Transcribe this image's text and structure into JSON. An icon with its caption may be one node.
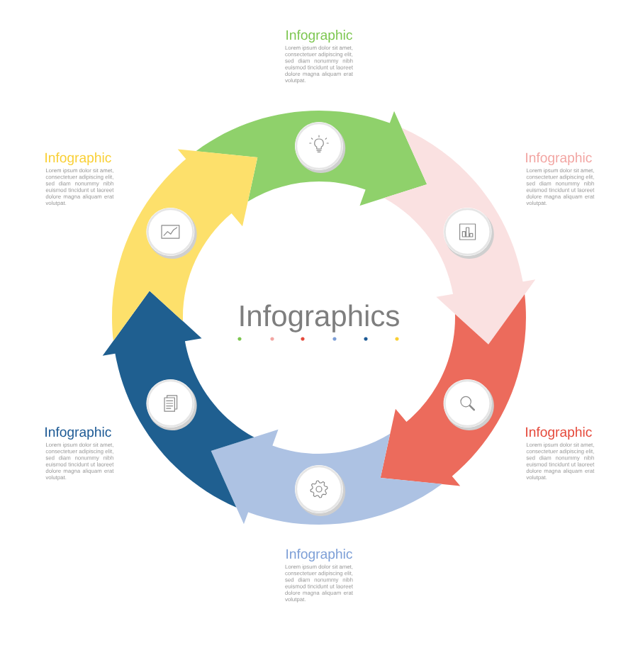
{
  "diagram": {
    "title": "Infographics",
    "nodes": [
      {
        "text": [],
        "shape": "arrow",
        "beside": [
          "Infographic",
          "Lorem ipsum dolor sit amet, consectetuer adipiscing elit, sed diam nonummy nibh euismod tincidunt ut laoreet dolore magna aliquam erat volutpat."
        ]
      },
      {
        "text": [],
        "shape": "arrow",
        "beside": [
          "Infographic",
          "Lorem ipsum dolor sit amet, consectetuer adipiscing elit, sed diam nonummy nibh euismod tincidunt ut laoreet dolore magna aliquam erat volutpat."
        ]
      },
      {
        "text": [],
        "shape": "arrow",
        "beside": [
          "Infographic",
          "Lorem ipsum dolor sit amet, consectetuer adipiscing elit, sed diam nonummy nibh euismod tincidunt ut laoreet dolore magna aliquam erat volutpat."
        ]
      },
      {
        "text": [],
        "shape": "arrow",
        "beside": [
          "Infographic",
          "Lorem ipsum dolor sit amet, consectetuer adipiscing elit, sed diam nonummy nibh euismod tincidunt ut laoreet dolore magna aliquam erat volutpat."
        ]
      },
      {
        "text": [],
        "shape": "arrow",
        "beside": [
          "Infographic",
          "Lorem ipsum dolor sit amet, consectetuer adipiscing elit, sed diam nonummy nibh euismod tincidunt ut laoreet dolore magna aliquam erat volutpat."
        ]
      },
      {
        "text": [],
        "shape": "arrow",
        "beside": [
          "Infographic",
          "Lorem ipsum dolor sit amet, consectetuer adipiscing elit, sed diam nonummy nibh euismod tincidunt ut laoreet dolore magna aliquam erat volutpat."
        ]
      }
    ]
  }
}
